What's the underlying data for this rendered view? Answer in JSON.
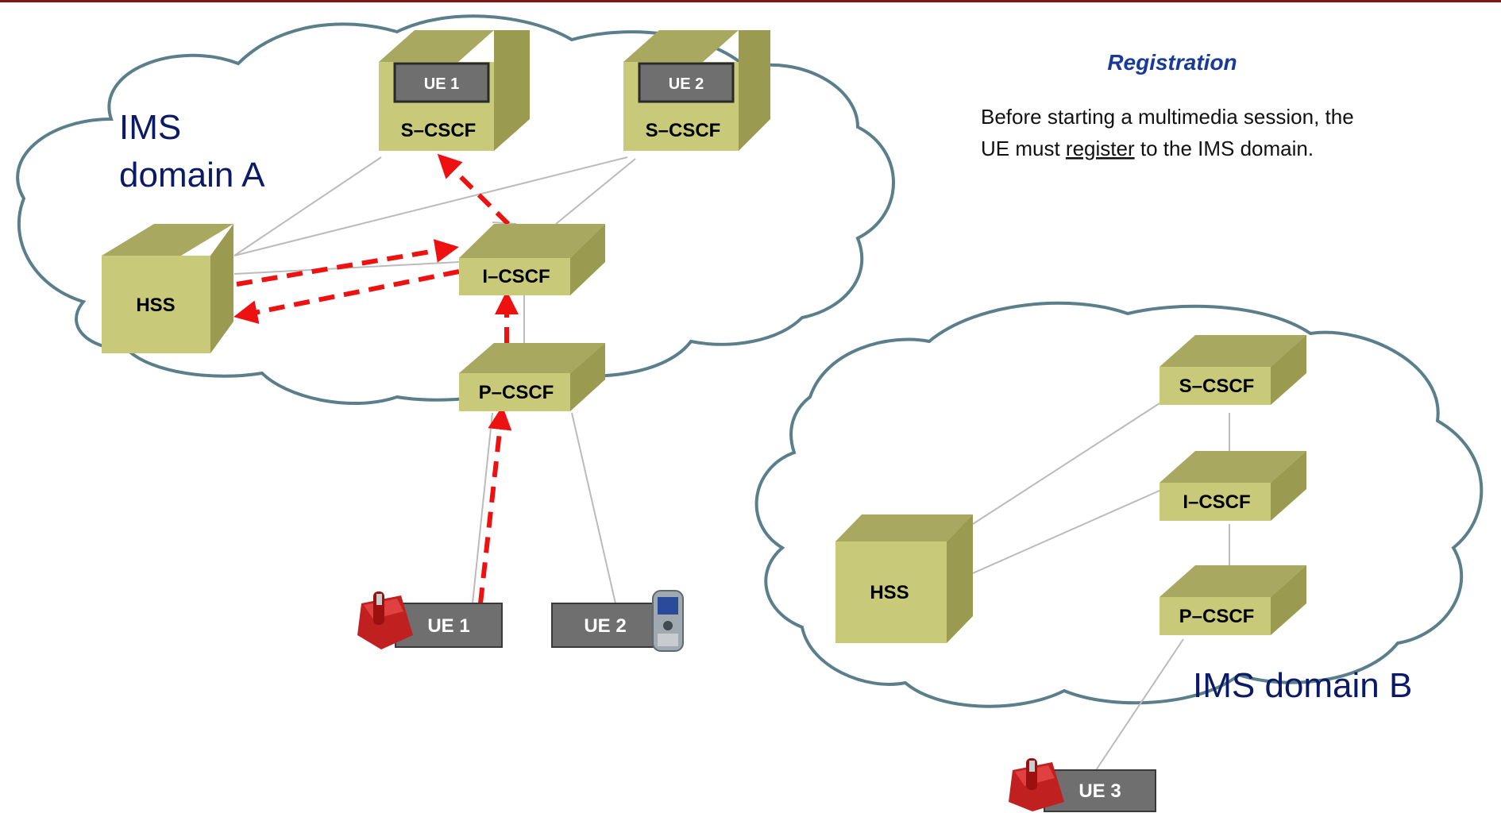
{
  "domains": {
    "a": {
      "label_line1": "IMS",
      "label_line2": "domain A"
    },
    "b": {
      "label": "IMS domain B"
    }
  },
  "nodes": {
    "a_scscf1": {
      "label": "S–CSCF",
      "inner_label": "UE 1"
    },
    "a_scscf2": {
      "label": "S–CSCF",
      "inner_label": "UE 2"
    },
    "a_hss": {
      "label": "HSS"
    },
    "a_icscf": {
      "label": "I–CSCF"
    },
    "a_pcscf": {
      "label": "P–CSCF"
    },
    "b_scscf": {
      "label": "S–CSCF"
    },
    "b_icscf": {
      "label": "I–CSCF"
    },
    "b_pcscf": {
      "label": "P–CSCF"
    },
    "b_hss": {
      "label": "HSS"
    }
  },
  "terminals": {
    "ue1": {
      "label": "UE 1",
      "icon": "desk-phone-icon"
    },
    "ue2": {
      "label": "UE 2",
      "icon": "mobile-phone-icon"
    },
    "ue3": {
      "label": "UE 3",
      "icon": "desk-phone-icon"
    }
  },
  "info": {
    "title": "Registration",
    "line1": "Before starting a multimedia session, the",
    "line2_before": "UE must ",
    "line2_link": "register",
    "line2_after": " to the IMS domain."
  },
  "colors": {
    "top_bar": "#7a1a1a",
    "box_front": "#c9c97a",
    "box_top": "#a8a860",
    "box_side": "#9a9a50",
    "cloud_stroke": "#5a7f8a",
    "ue_fill": "#6f6f6f",
    "arrow": "#ee1111"
  }
}
